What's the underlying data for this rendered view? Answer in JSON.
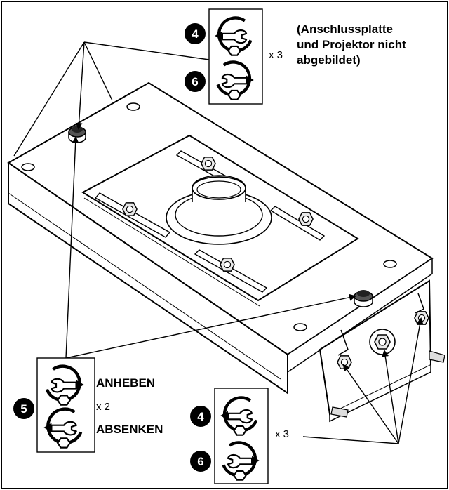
{
  "note": {
    "line1": "(Anschlussplatte",
    "line2": "und Projektor nicht",
    "line3": "abgebildet)"
  },
  "top_callout": {
    "step_a": "4",
    "step_b": "6",
    "multiplier": "x 3"
  },
  "left_callout": {
    "step": "5",
    "raise_label": "ANHEBEN",
    "lower_label": "ABSENKEN",
    "multiplier": "x 2"
  },
  "bottom_callout": {
    "step_a": "4",
    "step_b": "6",
    "multiplier": "x 3"
  }
}
